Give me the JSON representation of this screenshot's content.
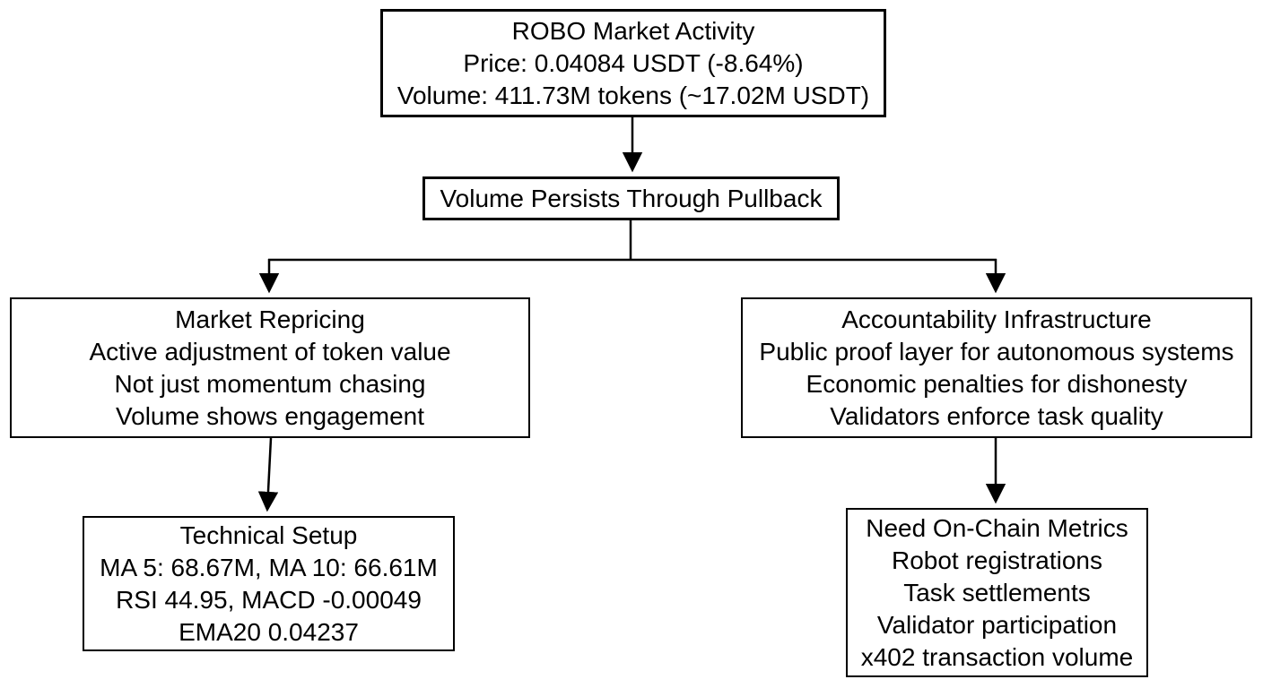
{
  "diagram": {
    "title": "ROBO market activity flowchart",
    "colors": {
      "border": "#000000",
      "background": "#ffffff",
      "text": "#000000"
    },
    "nodes": {
      "market_activity": {
        "lines": [
          "ROBO Market Activity",
          "Price: 0.04084 USDT (-8.64%)",
          "Volume: 411.73M tokens (~17.02M USDT)"
        ]
      },
      "volume_persists": {
        "lines": [
          "Volume Persists Through Pullback"
        ]
      },
      "market_repricing": {
        "lines": [
          "Market Repricing",
          "Active adjustment of token value",
          "Not just momentum chasing",
          "Volume shows engagement"
        ]
      },
      "accountability_infrastructure": {
        "lines": [
          "Accountability Infrastructure",
          "Public proof layer for autonomous systems",
          "Economic penalties for dishonesty",
          "Validators enforce task quality"
        ]
      },
      "technical_setup": {
        "lines": [
          "Technical Setup",
          "MA 5: 68.67M, MA 10: 66.61M",
          "RSI 44.95, MACD -0.00049",
          "EMA20 0.04237"
        ]
      },
      "onchain_metrics": {
        "lines": [
          "Need On-Chain Metrics",
          "Robot registrations",
          "Task settlements",
          "Validator participation",
          "x402 transaction volume"
        ]
      }
    },
    "edges": [
      "market_activity -> volume_persists",
      "volume_persists -> market_repricing",
      "volume_persists -> accountability_infrastructure",
      "market_repricing -> technical_setup",
      "accountability_infrastructure -> onchain_metrics"
    ]
  }
}
